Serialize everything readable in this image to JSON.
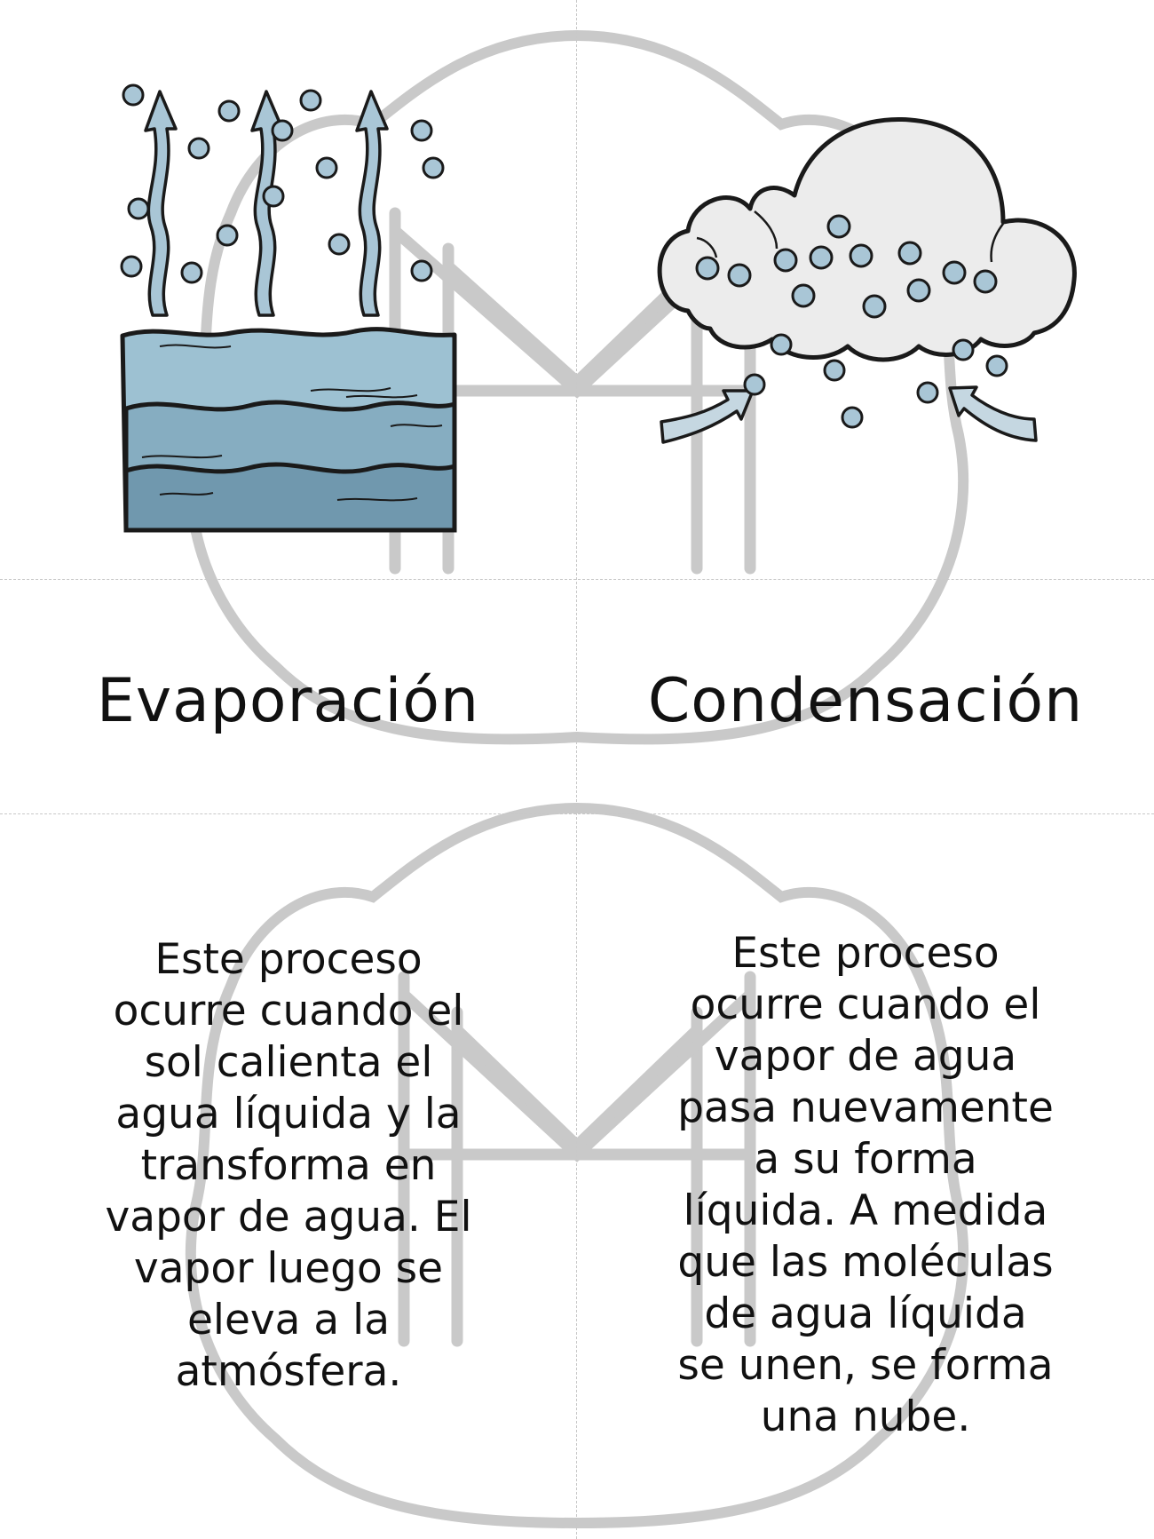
{
  "cards": {
    "evaporation": {
      "title": "Evaporación",
      "illustration": "water-evaporating-icon",
      "description": "Este proceso\nocurre cuando el\nsol calienta el\nagua líquida y la\ntransforma en\nvapor de agua. El\nvapor luego se\neleva a la\natmósfera."
    },
    "condensation": {
      "title": "Condensación",
      "illustration": "cloud-condensation-icon",
      "description": "Este proceso\nocurre cuando el\nvapor de agua\npasa nuevamente\na su forma\nlíquida. A medida\nque las moléculas\nde agua líquida\nse unen, se forma\nuna nube."
    }
  },
  "colors": {
    "water_light": "#9dc1d2",
    "water_dark": "#7098ae",
    "molecule": "#a9c6d6",
    "cloud": "#ececec",
    "watermark": "#c9c9c9",
    "text": "#111111"
  },
  "watermark": "logo-watermark"
}
